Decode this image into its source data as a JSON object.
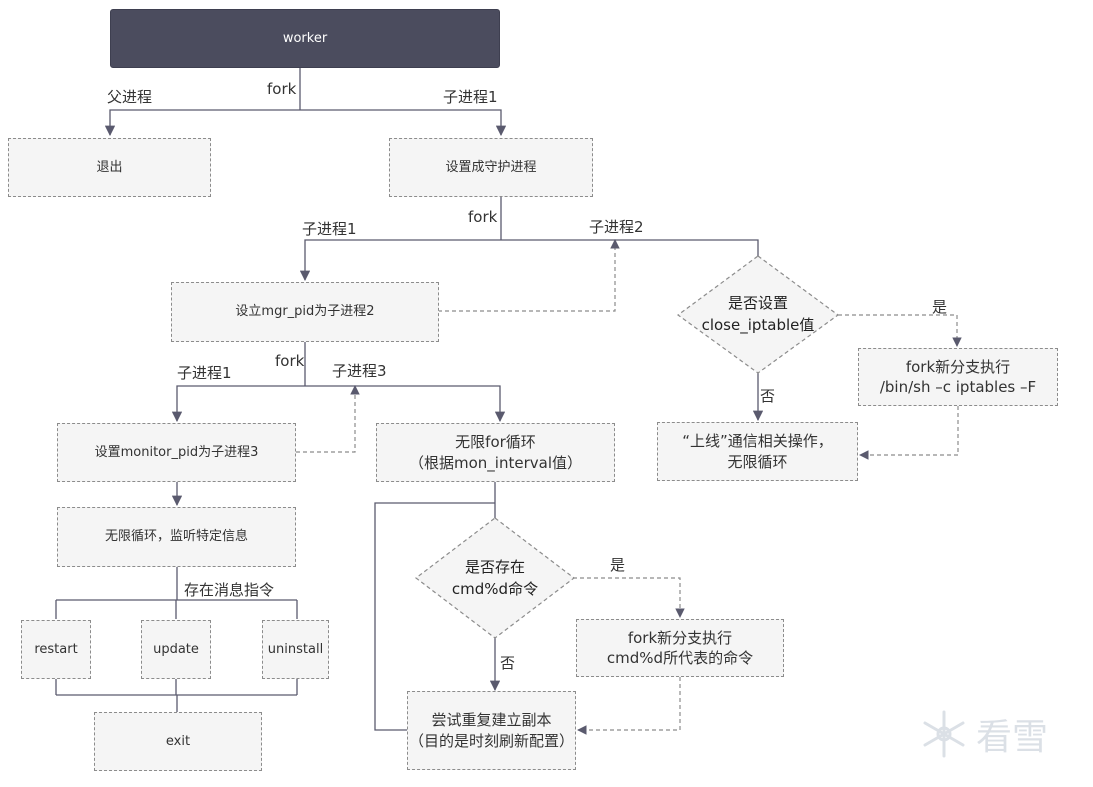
{
  "nodes": {
    "worker": "worker",
    "exit_parent": "退出",
    "daemon": "设置成守护进程",
    "mgr_pid": "设立mgr_pid为子进程2",
    "monitor_pid": "设置monitor_pid为子进程3",
    "listen_loop": "无限循环，监听特定信息",
    "restart": "restart",
    "update": "update",
    "uninstall": "uninstall",
    "exit": "exit",
    "for_loop_line1": "无限for循环",
    "for_loop_line2": "（根据mon_interval值）",
    "exec_cmd_line1": "fork新分支执行",
    "exec_cmd_line2": "cmd%d所代表的命令",
    "retry_line1": "尝试重复建立副本",
    "retry_line2": "（目的是时刻刷新配置）",
    "iptables_line1": "fork新分支执行",
    "iptables_line2": "/bin/sh –c iptables –F",
    "online_line1": "“上线”通信相关操作，",
    "online_line2": "无限循环"
  },
  "decisions": {
    "close_iptable_line1": "是否设置",
    "close_iptable_line2": "close_iptable值",
    "cmd_exists_line1": "是否存在",
    "cmd_exists_line2": "cmd%d命令"
  },
  "labels": {
    "fork_1": "fork",
    "parent": "父进程",
    "child1_top": "子进程1",
    "fork_2": "fork",
    "child1_mid": "子进程1",
    "child2": "子进程2",
    "fork_3": "fork",
    "child1_low": "子进程1",
    "child3": "子进程3",
    "has_message": "存在消息指令",
    "yes_close": "是",
    "no_close": "否",
    "yes_cmd": "是",
    "no_cmd": "否"
  },
  "watermark": {
    "text": "看雪",
    "icon": "snowflake-logo-icon"
  },
  "colors": {
    "line": "#5a5a6e",
    "node_fill": "#f5f5f5",
    "node_border": "#8c8c8c",
    "dark_fill": "#4b4c5e"
  }
}
